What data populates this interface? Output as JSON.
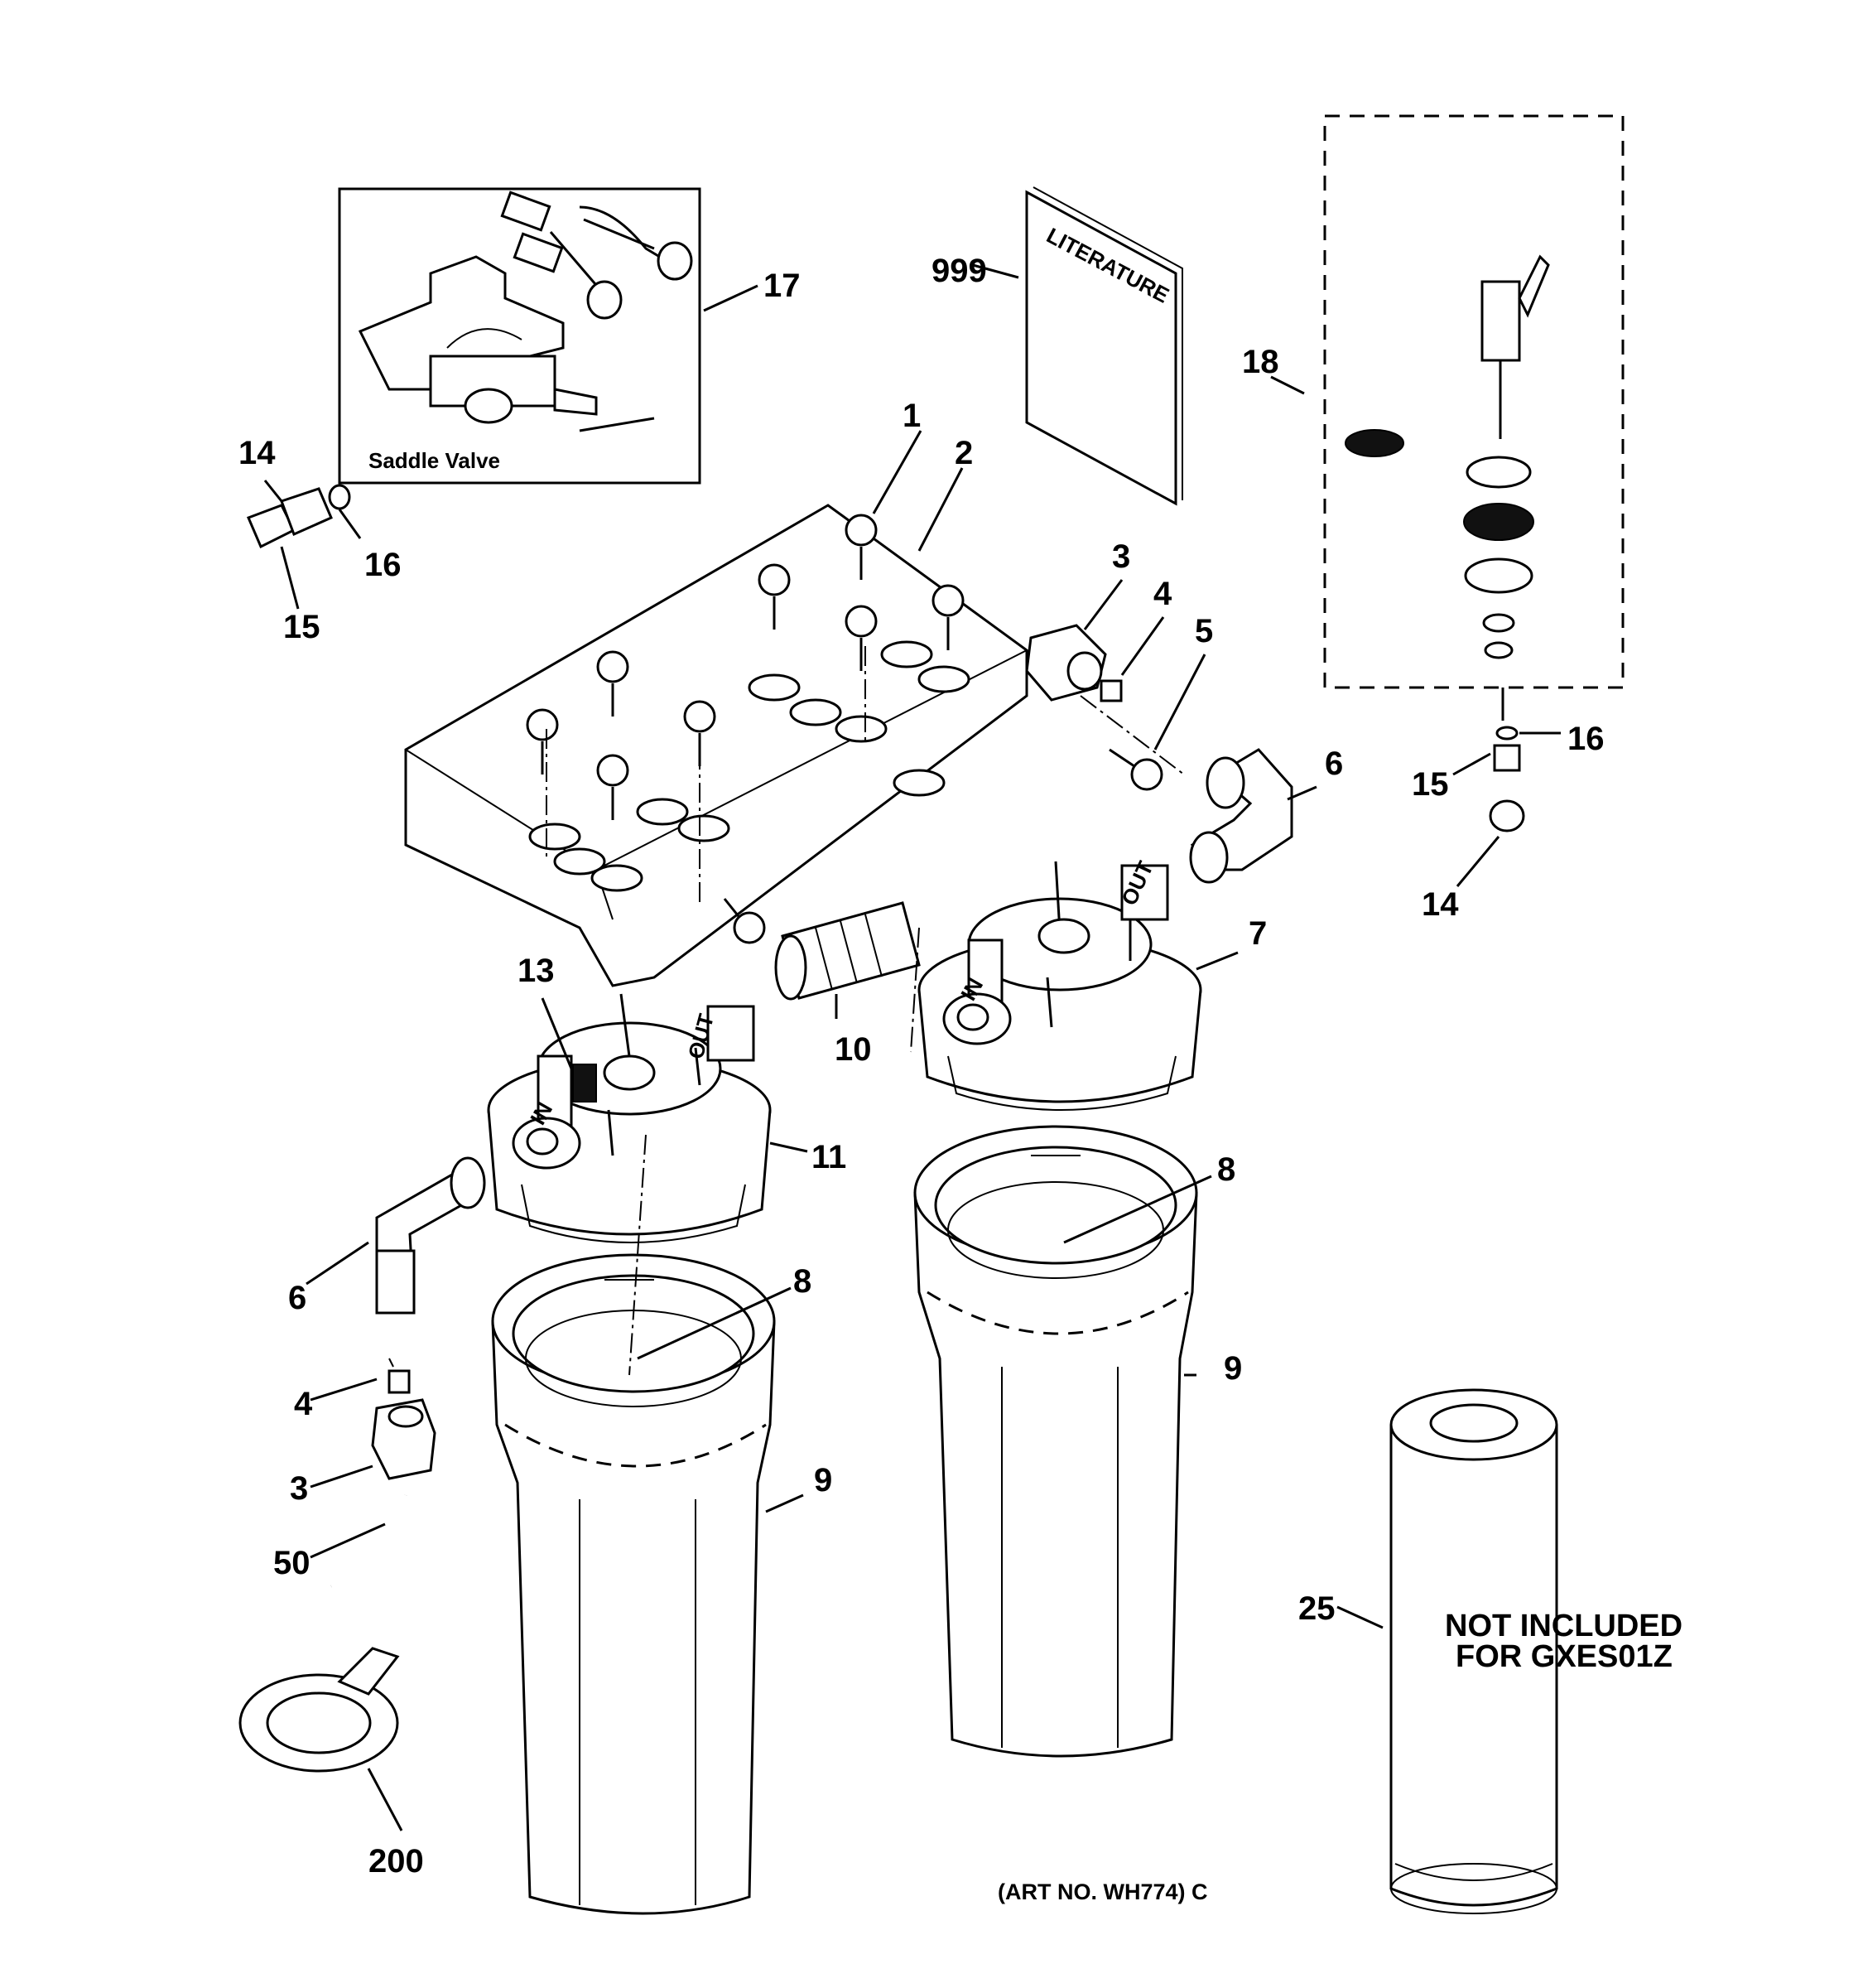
{
  "callouts": {
    "c1": "1",
    "c2": "2",
    "c3a": "3",
    "c4a": "4",
    "c5": "5",
    "c6a": "6",
    "c7": "7",
    "c8a": "8",
    "c8b": "8",
    "c9a": "9",
    "c9b": "9",
    "c10": "10",
    "c11": "11",
    "c13": "13",
    "c14a": "14",
    "c15a": "15",
    "c16a": "16",
    "c17": "17",
    "c18": "18",
    "c14b": "14",
    "c15b": "15",
    "c16b": "16",
    "c6b": "6",
    "c4b": "4",
    "c3b": "3",
    "c50": "50",
    "c200": "200",
    "c25": "25",
    "c999": "999"
  },
  "saddle_valve_label": "Saddle Valve",
  "literature_label": "LITERATURE",
  "not_included_line1": "NOT INCLUDED",
  "not_included_line2": "FOR GXES01Z",
  "art_number": "(ART NO. WH774) C",
  "port_labels": {
    "in": "IN",
    "out": "OUT"
  }
}
